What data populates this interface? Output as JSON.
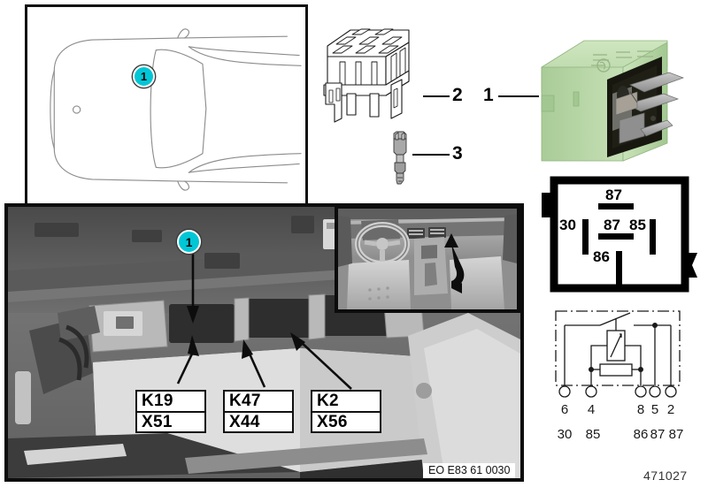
{
  "document": {
    "drawing_number": "471027",
    "photo_caption": "EO E83 61 0030"
  },
  "vehicle_diagram": {
    "name": "vehicle-top-view",
    "callout": "1"
  },
  "parts": [
    {
      "number": "1",
      "name": "relay-green"
    },
    {
      "number": "2",
      "name": "relay-socket-housing"
    },
    {
      "number": "3",
      "name": "contact-terminal-pin"
    }
  ],
  "photo": {
    "callout": "1",
    "labels": [
      {
        "relay": "K19",
        "connector": "X51"
      },
      {
        "relay": "K47",
        "connector": "X44"
      },
      {
        "relay": "K2",
        "connector": "X56"
      }
    ]
  },
  "pin_layout": {
    "title": "relay-terminal-footprint",
    "terminals": [
      {
        "id": "87-top",
        "label": "87"
      },
      {
        "id": "30-left",
        "label": "30"
      },
      {
        "id": "87-middle",
        "label": "87"
      },
      {
        "id": "85-right",
        "label": "85"
      },
      {
        "id": "86-bottom",
        "label": "86"
      }
    ]
  },
  "schematic": {
    "pin_numbers": [
      "6",
      "4",
      "8",
      "5",
      "2"
    ],
    "terminal_numbers": [
      "30",
      "85",
      "86",
      "87",
      "87"
    ]
  },
  "colors": {
    "callout_teal": "#00c6d6",
    "relay_body": "#b9d9a9",
    "outline": "#111111"
  }
}
